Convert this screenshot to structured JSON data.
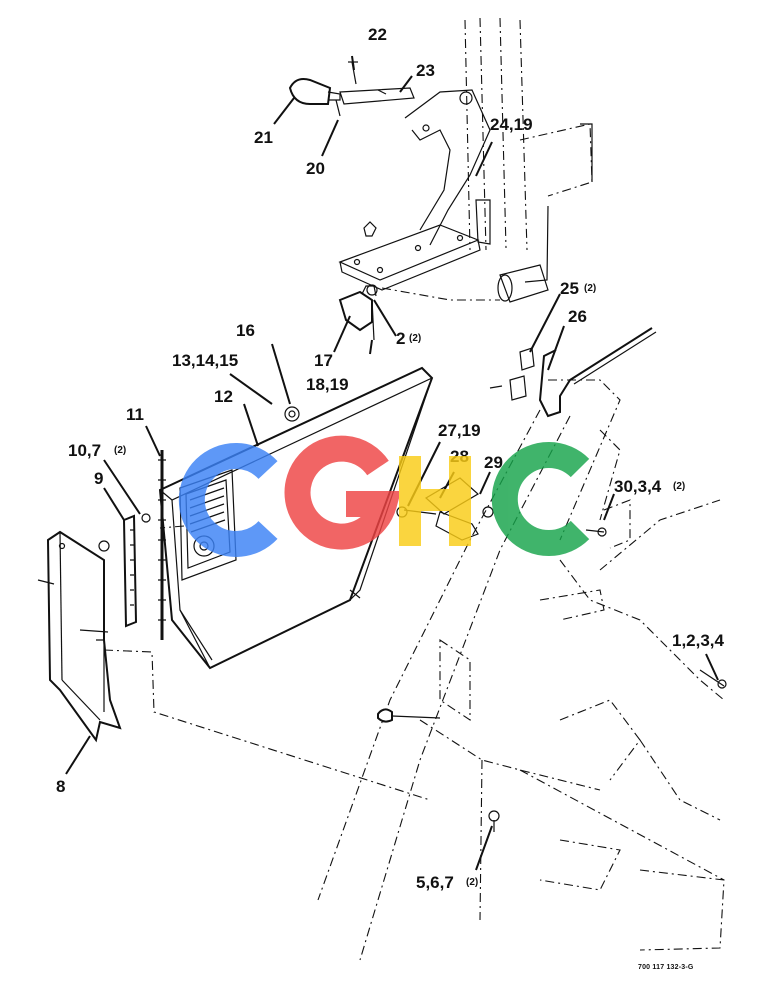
{
  "callouts": [
    {
      "id": "c22",
      "text": "22",
      "sup": ""
    },
    {
      "id": "c23",
      "text": "23",
      "sup": ""
    },
    {
      "id": "c21",
      "text": "21",
      "sup": ""
    },
    {
      "id": "c20",
      "text": "20",
      "sup": ""
    },
    {
      "id": "c2419",
      "text": "24,19",
      "sup": ""
    },
    {
      "id": "c25",
      "text": "25",
      "sup": "(2)"
    },
    {
      "id": "c26",
      "text": "26",
      "sup": ""
    },
    {
      "id": "c16",
      "text": "16",
      "sup": ""
    },
    {
      "id": "c2",
      "text": "2",
      "sup": "(2)"
    },
    {
      "id": "c131415",
      "text": "13,14,15",
      "sup": ""
    },
    {
      "id": "c17",
      "text": "17",
      "sup": ""
    },
    {
      "id": "c1819",
      "text": "18,19",
      "sup": ""
    },
    {
      "id": "c12",
      "text": "12",
      "sup": ""
    },
    {
      "id": "c11",
      "text": "11",
      "sup": ""
    },
    {
      "id": "c2719",
      "text": "27,19",
      "sup": ""
    },
    {
      "id": "c107",
      "text": "10,7",
      "sup": "(2)"
    },
    {
      "id": "c28",
      "text": "28",
      "sup": ""
    },
    {
      "id": "c29",
      "text": "29",
      "sup": ""
    },
    {
      "id": "c9",
      "text": "9",
      "sup": ""
    },
    {
      "id": "c3034",
      "text": "30,3,4",
      "sup": "(2)"
    },
    {
      "id": "c1234",
      "text": "1,2,3,4",
      "sup": ""
    },
    {
      "id": "c8",
      "text": "8",
      "sup": ""
    },
    {
      "id": "c567",
      "text": "5,6,7",
      "sup": "(2)"
    }
  ],
  "watermark": {
    "text": "CGHC",
    "colors": [
      "#3b82f6",
      "#ef4444",
      "#facc15",
      "#16a34a"
    ]
  },
  "figure_code": "700 117 132-3-G"
}
